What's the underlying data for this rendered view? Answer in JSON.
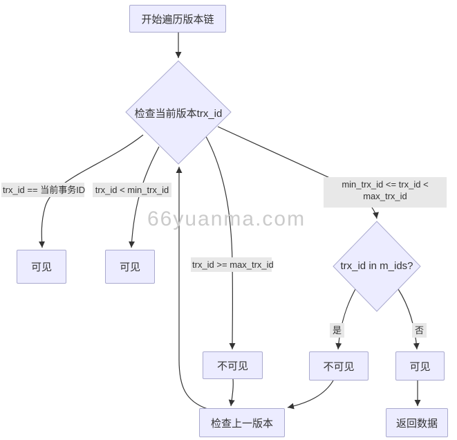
{
  "diagram": {
    "watermark": "66yuanma.com",
    "nodes": {
      "start": {
        "label": "开始遍历版本链"
      },
      "check_current": {
        "label": "检查当前版本trx_id"
      },
      "visible_eq": {
        "label": "可见"
      },
      "visible_lt": {
        "label": "可见"
      },
      "in_mids": {
        "label": "trx_id in m_ids?"
      },
      "invisible_ge": {
        "label": "不可见"
      },
      "invisible_in": {
        "label": "不可见"
      },
      "visible_not_in": {
        "label": "可见"
      },
      "check_prev": {
        "label": "检查上一版本"
      },
      "return_data": {
        "label": "返回数据"
      }
    },
    "edge_labels": {
      "eq_current": "trx_id == 当前事务ID",
      "lt_min": "trx_id < min_trx_id",
      "between_line1": "min_trx_id <= trx_id <",
      "between_line2": "max_trx_id",
      "ge_max": "trx_id >= max_trx_id",
      "yes": "是",
      "no": "否"
    },
    "colors": {
      "node_fill": "#ECECFF",
      "node_border": "#A9A9CE",
      "edge_color": "#333333",
      "label_bg": "#E8E8E8",
      "text_color": "#333333",
      "watermark_color": "#CBCBCB"
    }
  }
}
